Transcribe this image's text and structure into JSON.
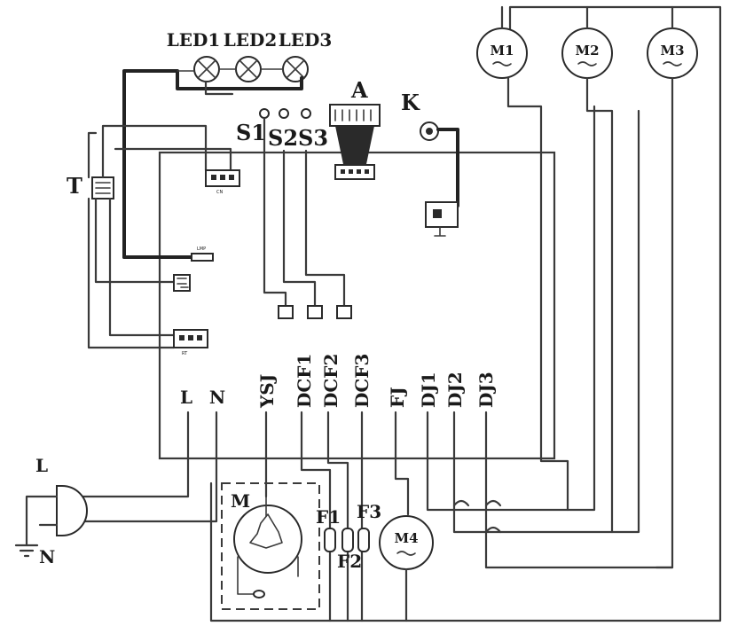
{
  "labels": {
    "led1": "LED1",
    "led2": "LED2",
    "led3": "LED3",
    "s1": "S1",
    "s2": "S2",
    "s3": "S3",
    "a": "A",
    "k": "K",
    "t": "T",
    "m1": "M1",
    "m2": "M2",
    "m3": "M3",
    "m4": "M4",
    "m": "M",
    "term_l": "L",
    "term_n": "N",
    "ysj": "YSJ",
    "dcf1": "DCF1",
    "dcf2": "DCF2",
    "dcf3": "DCF3",
    "fj": "FJ",
    "dj1": "DJ1",
    "dj2": "DJ2",
    "dj3": "DJ3",
    "f1": "F1",
    "f2": "F2",
    "f3": "F3",
    "plug_l": "L",
    "plug_n": "N"
  },
  "colors": {
    "line": "#3a3a3a",
    "background": "#ffffff"
  },
  "icons": [
    "lamp-cross-icon",
    "motor-icon",
    "connector-icon",
    "switch-icon",
    "plug-icon",
    "ground-icon",
    "transformer-icon"
  ]
}
